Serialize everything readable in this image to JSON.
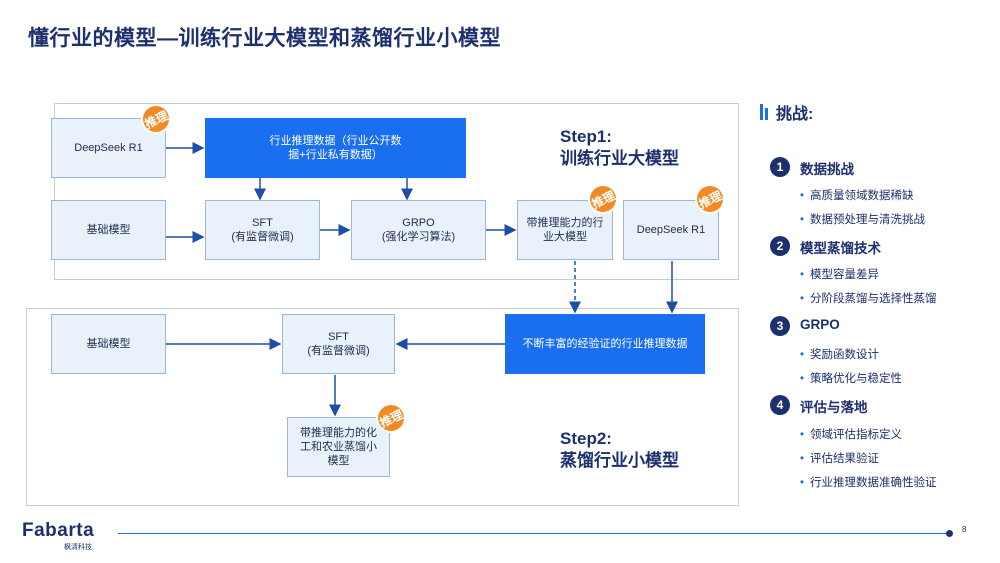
{
  "title": "懂行业的模型—训练行业大模型和蒸馏行业小模型",
  "diagram": {
    "top": {
      "deepseek_r1_left": "DeepSeek R1",
      "industry_data": "行业推理数据（行业公开数据+行业私有数据）",
      "base_model": "基础模型",
      "sft": "SFT\n(有监督微调)",
      "grpo": "GRPO\n(强化学习算法)",
      "reasoning_large": "带推理能力的行业大模型",
      "deepseek_r1_right": "DeepSeek R1",
      "step_title": "Step1:",
      "step_sub": "训练行业大模型"
    },
    "bottom": {
      "base_model": "基础模型",
      "sft": "SFT\n(有监督微调)",
      "verified_data": "不断丰富的经验证的行业推理数据",
      "small_model": "带推理能力的化工和农业蒸馏小模型",
      "step_title": "Step2:",
      "step_sub": "蒸馏行业小模型"
    },
    "badge": "推理"
  },
  "challenges": {
    "heading": "挑战:",
    "groups": [
      {
        "num": "1",
        "name": "数据挑战",
        "items": [
          "高质量领域数据稀缺",
          "数据预处理与清洗挑战"
        ]
      },
      {
        "num": "2",
        "name": "模型蒸馏技术",
        "items": [
          "模型容量差异",
          "分阶段蒸馏与选择性蒸馏"
        ]
      },
      {
        "num": "3",
        "name": "GRPO",
        "items": [
          "奖励函数设计",
          "策略优化与稳定性"
        ]
      },
      {
        "num": "4",
        "name": "评估与落地",
        "items": [
          "领域评估指标定义",
          "评估结果验证",
          "行业推理数据准确性验证"
        ]
      }
    ]
  },
  "footer": {
    "logo": "Fabarta",
    "logo_sub": "枫清科技",
    "page": "8"
  },
  "colors": {
    "accent": "#1a6ff0",
    "navy": "#1e2f6e",
    "badge": "#f08a24",
    "light_box": "#e9f1fb"
  }
}
